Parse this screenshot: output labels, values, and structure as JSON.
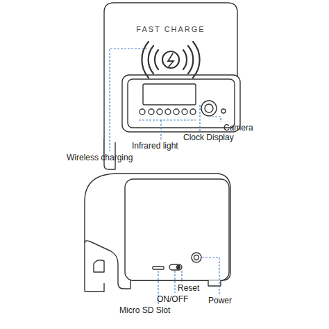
{
  "diagram": {
    "labels": [
      "FAST CHARGE",
      "Camera",
      "Clock Display",
      "Infrared light",
      "Wireless charging",
      "Reset",
      "ON/OFF",
      "Micro SD Slot",
      "Power"
    ]
  }
}
